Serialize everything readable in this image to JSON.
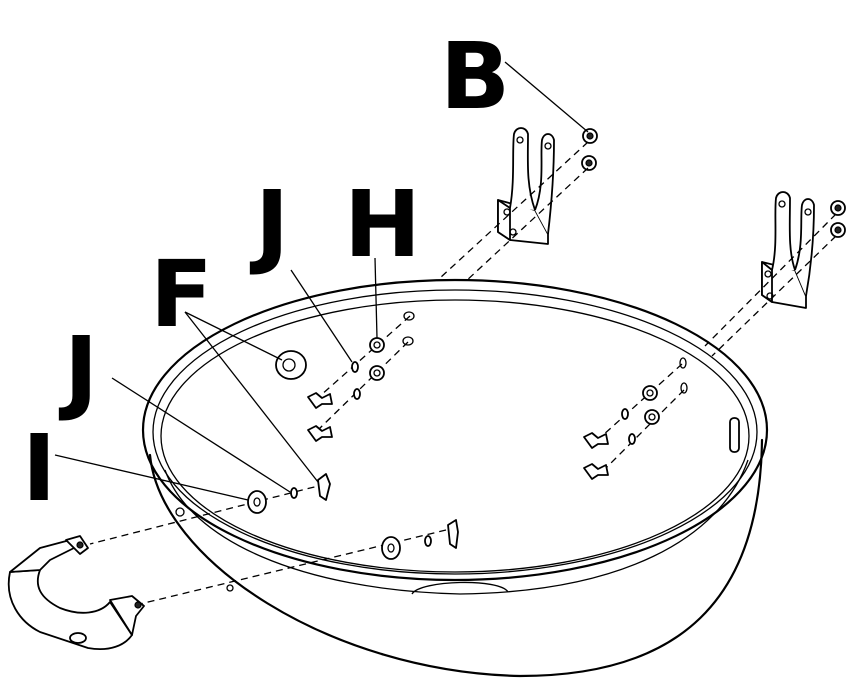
{
  "callouts": {
    "B": "B",
    "H": "H",
    "J_upper": "J",
    "F": "F",
    "J_lower": "J",
    "I": "I"
  }
}
